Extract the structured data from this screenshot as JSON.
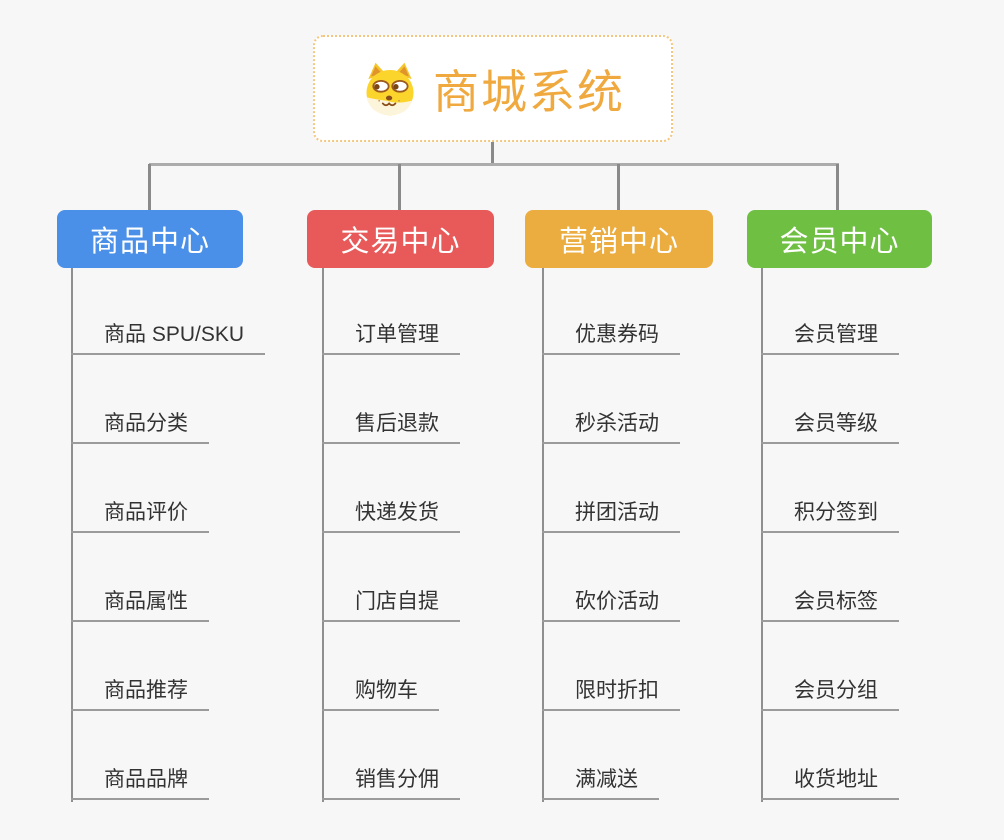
{
  "root": {
    "title": "商城系统",
    "icon": "doge-icon"
  },
  "branches": [
    {
      "label": "商品中心",
      "color": "#4A90E8",
      "children": [
        "商品 SPU/SKU",
        "商品分类",
        "商品评价",
        "商品属性",
        "商品推荐",
        "商品品牌"
      ]
    },
    {
      "label": "交易中心",
      "color": "#E85A5A",
      "children": [
        "订单管理",
        "售后退款",
        "快递发货",
        "门店自提",
        "购物车",
        "销售分佣"
      ]
    },
    {
      "label": "营销中心",
      "color": "#EBAD3F",
      "children": [
        "优惠券码",
        "秒杀活动",
        "拼团活动",
        "砍价活动",
        "限时折扣",
        "满减送"
      ]
    },
    {
      "label": "会员中心",
      "color": "#6FBF43",
      "children": [
        "会员管理",
        "会员等级",
        "积分签到",
        "会员标签",
        "会员分组",
        "收货地址"
      ]
    }
  ],
  "colors": {
    "background": "#F7F7F7",
    "root_title": "#F0A93E",
    "root_border": "#F5C77E",
    "connector": "#8A8A8A",
    "leaf_underline": "#9B9B9B",
    "leaf_text": "#333333"
  }
}
